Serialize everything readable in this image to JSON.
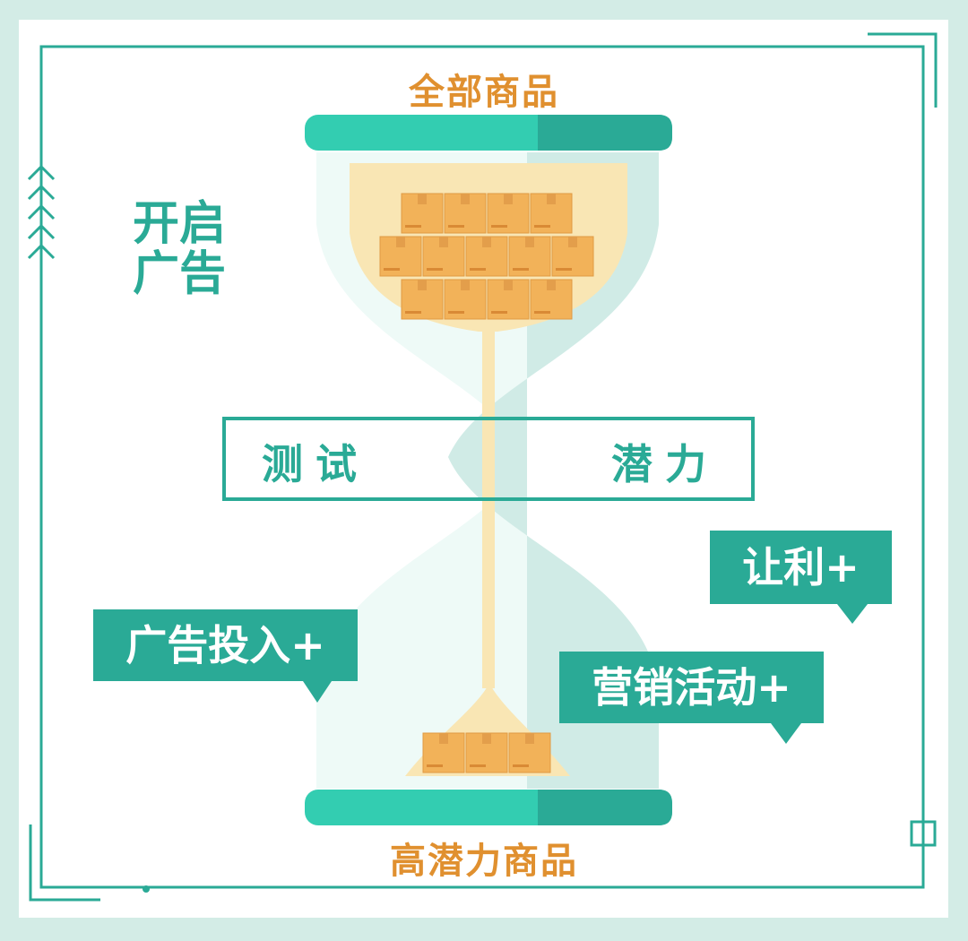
{
  "labels": {
    "top": "全部商品",
    "bottom": "高潜力商品",
    "side": "开启广告",
    "test": "测试",
    "potential": "潜力"
  },
  "tags": {
    "ad": "广告投入+",
    "profit": "让利+",
    "marketing": "营销活动+"
  },
  "colors": {
    "teal": "#2aaa96",
    "teal_light": "#33cdb1",
    "orange": "#e0902f",
    "sand": "#f9e6b4",
    "box": "#f2b259",
    "background": "#d3ece6"
  },
  "boxes": {
    "top_rows": [
      4,
      5,
      4
    ],
    "bottom_rows": [
      3
    ]
  }
}
